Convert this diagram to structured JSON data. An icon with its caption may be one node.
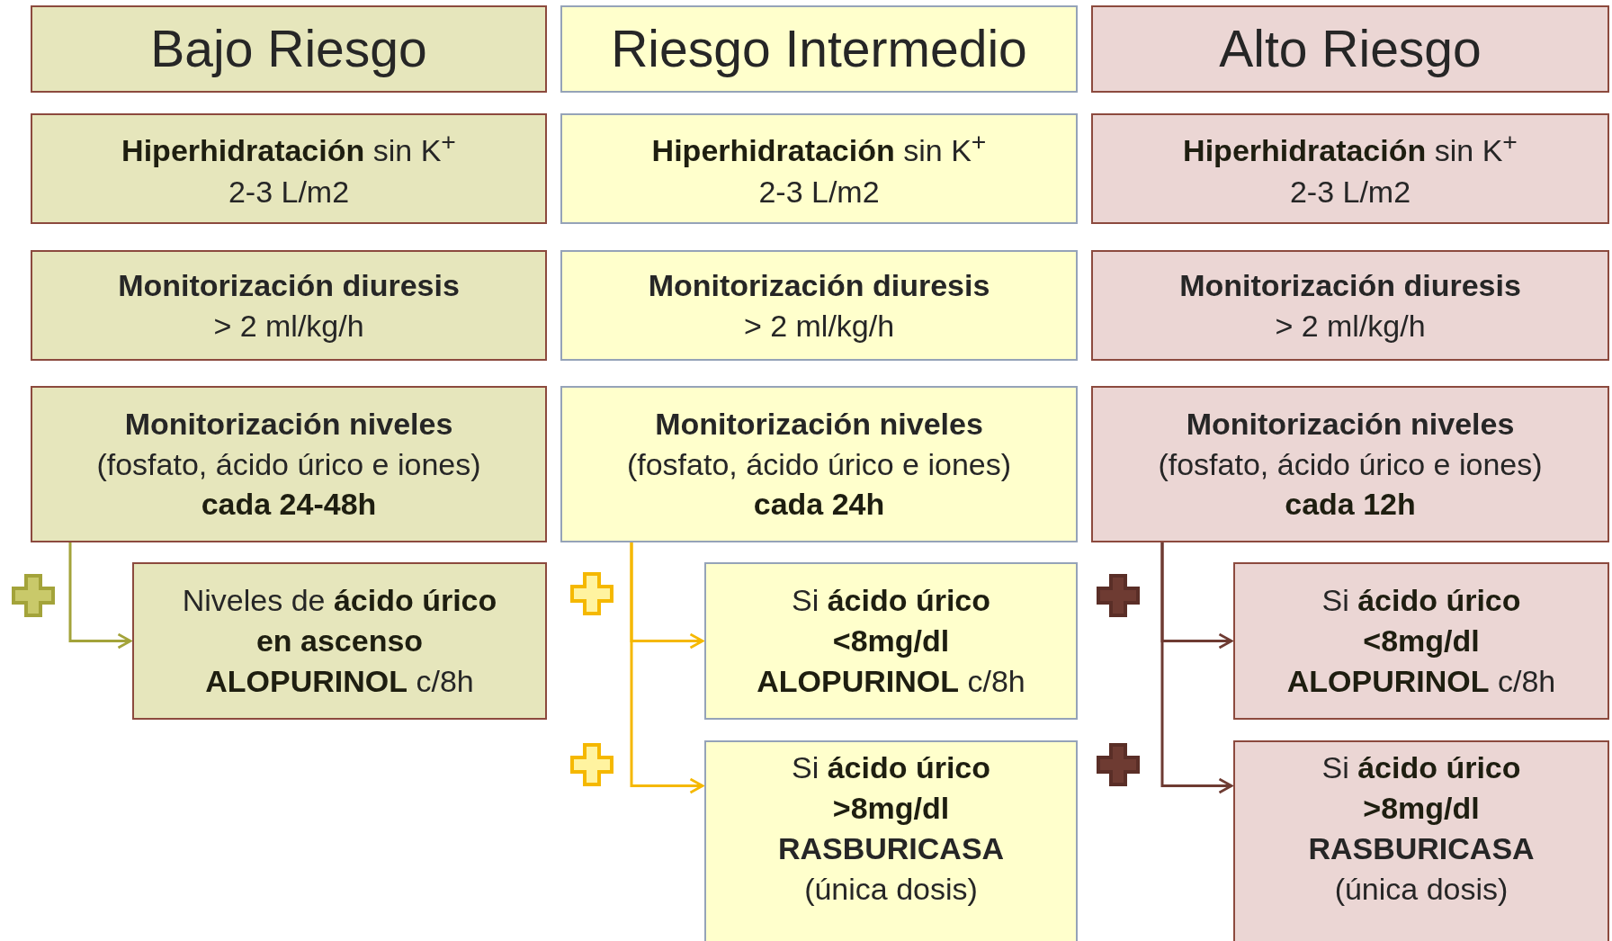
{
  "diagram": {
    "nodes": [
      {
        "text": [
          "Bajo Riesgo"
        ]
      },
      {
        "text": [
          "Riesgo Intermedio"
        ]
      },
      {
        "text": [
          "Alto Riesgo"
        ]
      },
      {
        "text": [
          "**Hiperhidratación** sin K$^{+}$",
          "2-3 L/m2"
        ]
      },
      {
        "text": [
          "**Hiperhidratación** sin K$^{+}$",
          "2-3 L/m2"
        ]
      },
      {
        "text": [
          "**Hiperhidratación** sin K$^{+}$",
          "2-3 L/m2"
        ]
      },
      {
        "text": [
          "Monitorización diuresis",
          "> 2 ml/kg/h"
        ]
      },
      {
        "text": [
          "Monitorización diuresis",
          "> 2 ml/kg/h"
        ]
      },
      {
        "text": [
          "Monitorización diuresis",
          "> 2 ml/kg/h"
        ]
      },
      {
        "text": [
          "Monitorización niveles",
          "(fosfato, ácido úrico e iones) **cada 24-48h**"
        ]
      },
      {
        "text": [
          "Monitorización niveles",
          "(fosfato, ácido úrico e iones) **cada 24h**"
        ]
      },
      {
        "text": [
          "Monitorización niveles",
          "(fosfato, ácido úrico e iones) **cada 12h**"
        ]
      },
      {
        "text": [
          "Niveles de **ácido úrico en ascenso**",
          "**ALOPURINOL** c/8h"
        ]
      },
      {
        "text": [
          "Si **ácido úrico <8mg/dl**",
          "**ALOPURINOL** c/8h"
        ]
      },
      {
        "text": [
          "Si **ácido úrico <8mg/dl**",
          "**ALOPURINOL** c/8h"
        ]
      },
      {
        "text": [
          "Si **ácido úrico >8mg/dl**",
          "RASBURICASA",
          "(única dosis)"
        ]
      },
      {
        "text": [
          "Si **ácido úrico >8mg/dl**",
          "RASBURICASA",
          "(única dosis)"
        ]
      }
    ],
    "edges": [
      {
        "from": 9,
        "to": 12,
        "arrow": "to",
        "color": "#a3a33a"
      },
      {
        "from": 10,
        "to": 13,
        "arrow": "to",
        "color": "#f5b800"
      },
      {
        "from": 10,
        "to": 15,
        "arrow": "to",
        "color": "#f5b800"
      },
      {
        "from": 11,
        "to": 14,
        "arrow": "to",
        "color": "#6e3b32"
      },
      {
        "from": 11,
        "to": 16,
        "arrow": "to",
        "color": "#6e3b32"
      }
    ]
  }
}
